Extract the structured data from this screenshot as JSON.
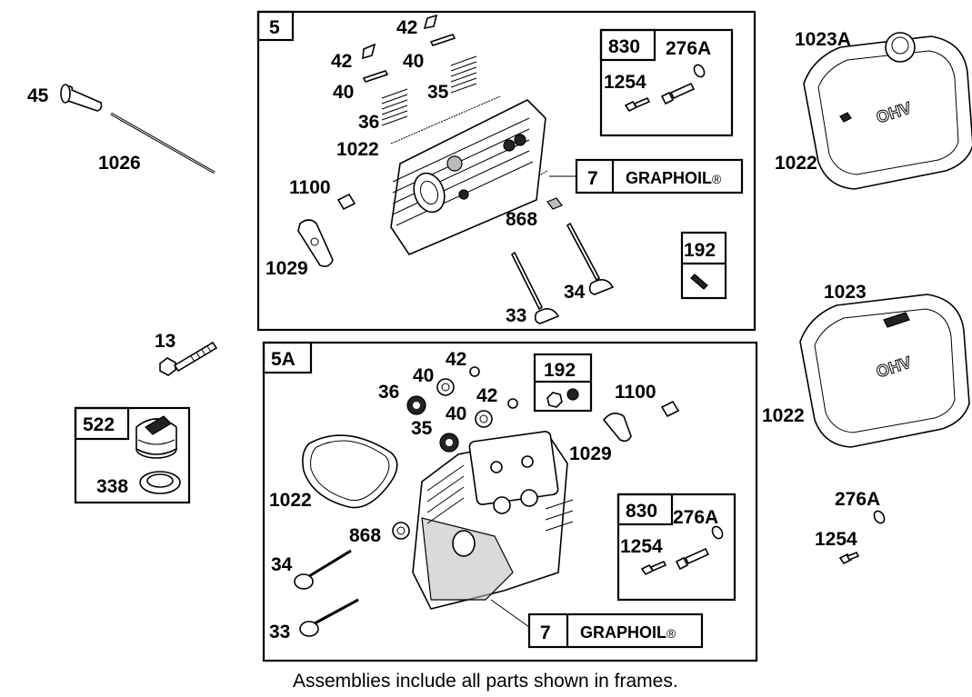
{
  "frames": {
    "top": {
      "tag": "5"
    },
    "bottom": {
      "tag": "5A"
    },
    "oil_fill": {
      "tag": "522",
      "part": "338"
    }
  },
  "top_kit": {
    "box": {
      "a": "830",
      "b": "276A",
      "c": "1254"
    },
    "graphoil": {
      "num": "7",
      "text": "GRAPHOIL",
      "mark": "®"
    },
    "box192": "192"
  },
  "bottom_kit": {
    "box192": "192",
    "box": {
      "a": "830",
      "b": "276A",
      "c": "1254"
    },
    "graphoil": {
      "num": "7",
      "text": "GRAPHOIL",
      "mark": "®"
    }
  },
  "labels": {
    "p45": "45",
    "p1026": "1026",
    "p13": "13",
    "t42a": "42",
    "t42b": "42",
    "t40a": "40",
    "t40b": "40",
    "t35": "35",
    "t36": "36",
    "t1022": "1022",
    "t1100": "1100",
    "t1029": "1029",
    "t868": "868",
    "t33": "33",
    "t34": "34",
    "b42a": "42",
    "b40a": "40",
    "b36": "36",
    "b42b": "42",
    "b40b": "40",
    "b35": "35",
    "b1100": "1100",
    "b1029": "1029",
    "b1022": "1022",
    "b868": "868",
    "b34": "34",
    "b33": "33",
    "r1023A": "1023A",
    "r1022a": "1022",
    "r1023": "1023",
    "r1022b": "1022",
    "r276A": "276A",
    "r1254": "1254"
  },
  "caption": "Assemblies include all parts shown in frames."
}
